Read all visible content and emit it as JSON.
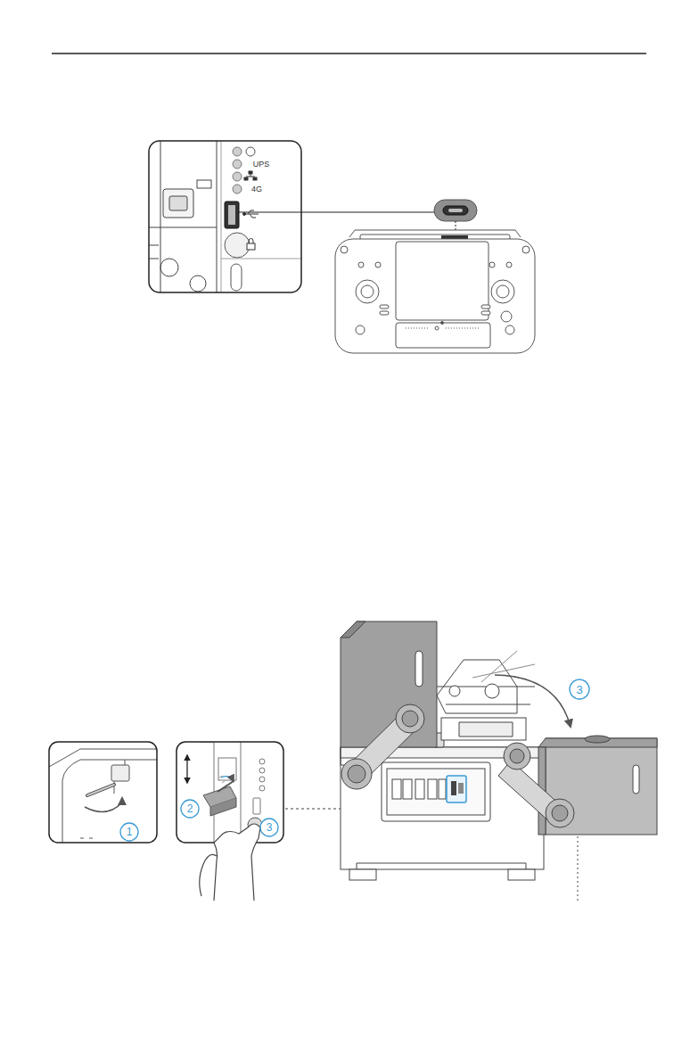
{
  "diagram": {
    "labels": [
      "UPS",
      "4G",
      "1",
      "2",
      "3",
      "3"
    ]
  }
}
